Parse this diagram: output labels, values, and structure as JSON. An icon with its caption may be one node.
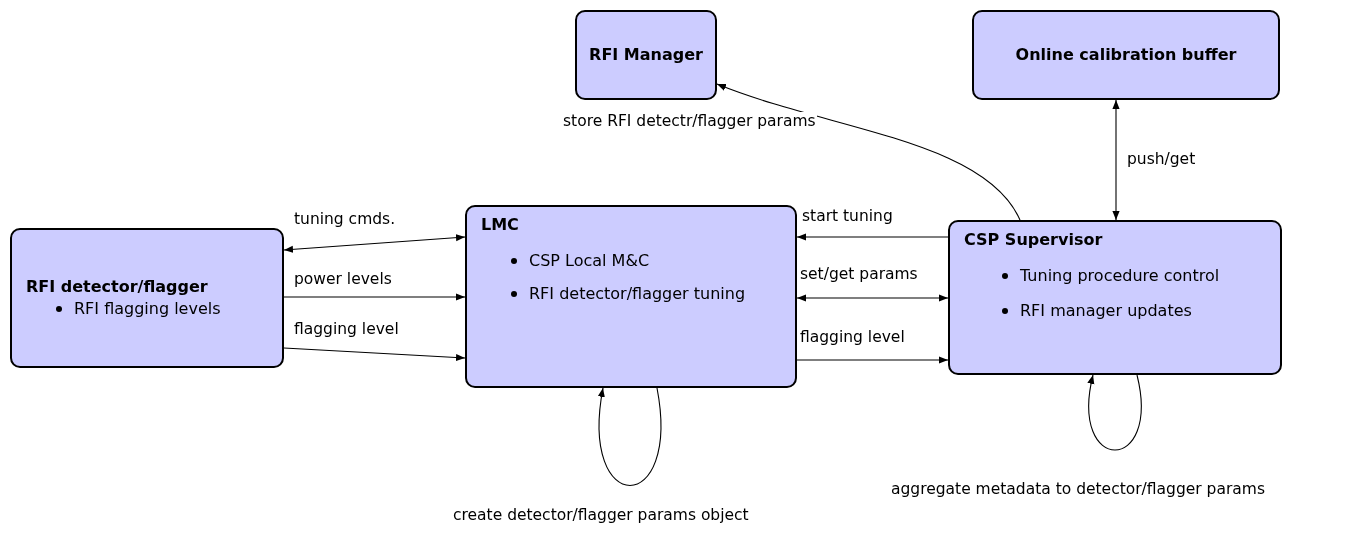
{
  "diagram": {
    "nodes": [
      {
        "text": [
          "RFI Manager"
        ]
      },
      {
        "text": [
          "Online calibration buffer"
        ]
      },
      {
        "text": [
          "RFI detector/flagger",
          "RFI flagging levels"
        ]
      },
      {
        "text": [
          "LMC",
          "CSP Local M&C",
          "RFI detector/flagger tuning"
        ]
      },
      {
        "text": [
          "CSP Supervisor",
          "Tuning procedure control",
          "RFI manager updates"
        ]
      }
    ],
    "edges": [
      {
        "from": 3,
        "to": 2,
        "arrow": "both",
        "label": "tuning cmds."
      },
      {
        "from": 2,
        "to": 3,
        "arrow": "to",
        "label": "power levels"
      },
      {
        "from": 2,
        "to": 3,
        "arrow": "to",
        "label": "flagging level"
      },
      {
        "from": 4,
        "to": 3,
        "arrow": "to",
        "label": "start tuning"
      },
      {
        "from": 3,
        "to": 4,
        "arrow": "both",
        "label": "set/get params"
      },
      {
        "from": 3,
        "to": 4,
        "arrow": "to",
        "label": "flagging level"
      },
      {
        "from": 4,
        "to": 0,
        "arrow": "to",
        "label": "store RFI detectr/flagger params"
      },
      {
        "from": 1,
        "to": 4,
        "arrow": "both",
        "label": "push/get"
      },
      {
        "from": 3,
        "to": 3,
        "arrow": "to",
        "label": "create detector/flagger params object"
      },
      {
        "from": 4,
        "to": 4,
        "arrow": "to",
        "label": "aggregate metadata to detector/flagger params"
      }
    ]
  }
}
